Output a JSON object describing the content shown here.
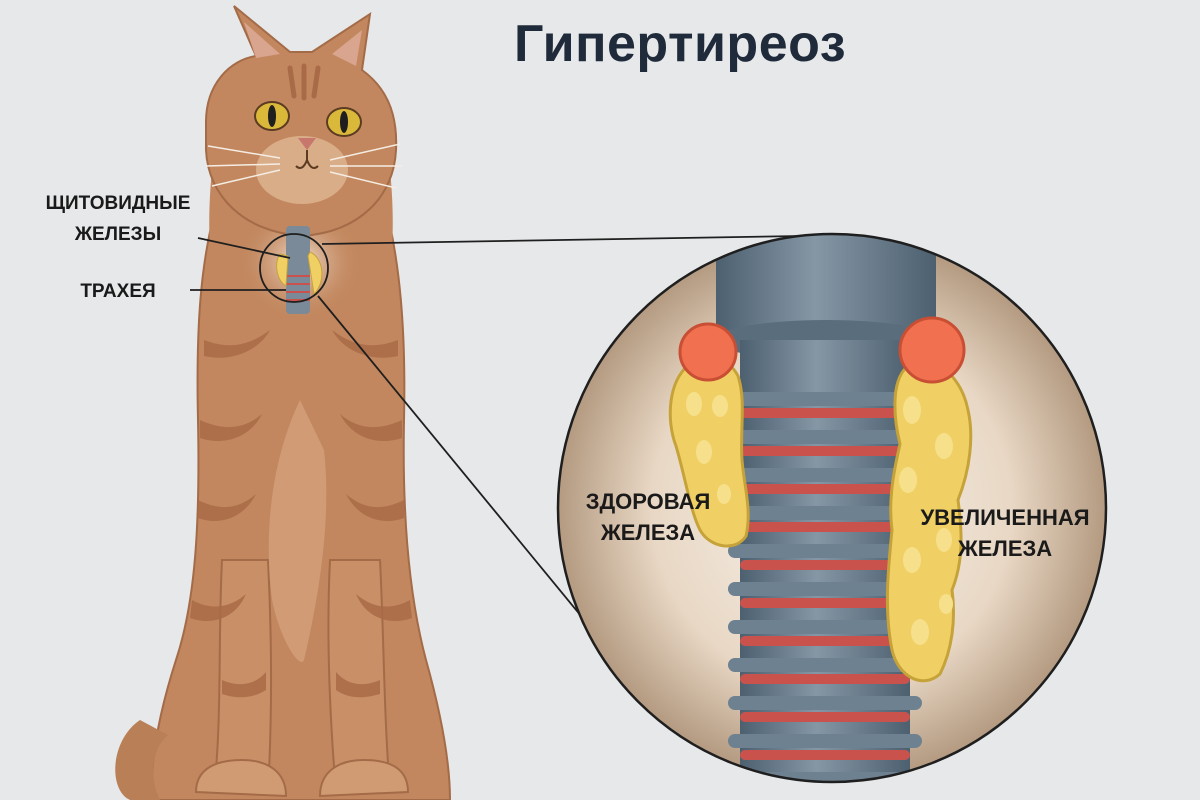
{
  "title": "Гипертиреоз",
  "labels": {
    "thyroid_glands": [
      "ЩИТОВИДНЫЕ",
      "ЖЕЛЕЗЫ"
    ],
    "trachea": "ТРАХЕЯ",
    "healthy_gland": [
      "ЗДОРОВАЯ",
      "ЖЕЛЕЗА"
    ],
    "enlarged_gland": [
      "УВЕЛИЧЕННАЯ",
      "ЖЕЛЕЗА"
    ]
  },
  "colors": {
    "background": "#e7e8ea",
    "cat_fur": "#c2875e",
    "cat_stripes": "#a96b47",
    "trachea_blue": "#5e7282",
    "trachea_ring_red": "#c9524c",
    "gland_yellow": "#f0d064",
    "parathyroid_orange": "#f07050",
    "magnifier_fill": "#e9dccd"
  }
}
